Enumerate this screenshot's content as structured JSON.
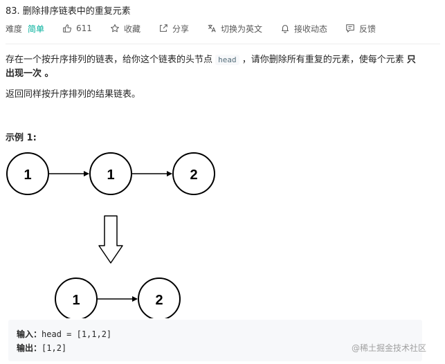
{
  "problem": {
    "title": "83. 删除排序链表中的重复元素"
  },
  "meta": {
    "difficulty_label": "难度",
    "difficulty": "简单",
    "likes": "611",
    "favorite": "收藏",
    "share": "分享",
    "translate": "切换为英文",
    "subscribe": "接收动态",
    "feedback": "反馈",
    "icons": [
      "thumbs-up-icon",
      "star-icon",
      "share-icon",
      "translate-icon",
      "bell-icon",
      "feedback-icon"
    ]
  },
  "description": {
    "p1_part1": "存在一个按升序排列的链表，给你这个链表的头节点 ",
    "p1_code": "head",
    "p1_part2": " ，请你删除所有重复的元素，使每个元素 ",
    "p1_strong_a": "只",
    "p1_strong_b": "出现一次",
    "p1_end": " 。",
    "p2": "返回同样按升序排列的结果链表。"
  },
  "example": {
    "title": "示例 1:",
    "input_list": [
      "1",
      "1",
      "2"
    ],
    "output_list": [
      "1",
      "2"
    ],
    "input_label": "输入：",
    "input_value": "head = [1,1,2]",
    "output_label": "输出：",
    "output_value": "[1,2]"
  },
  "colors": {
    "difficulty_easy": "#00af9b",
    "text": "#262626",
    "muted": "#595959",
    "code_bg": "#f7f8fa"
  },
  "watermark": "@稀土掘金技术社区"
}
